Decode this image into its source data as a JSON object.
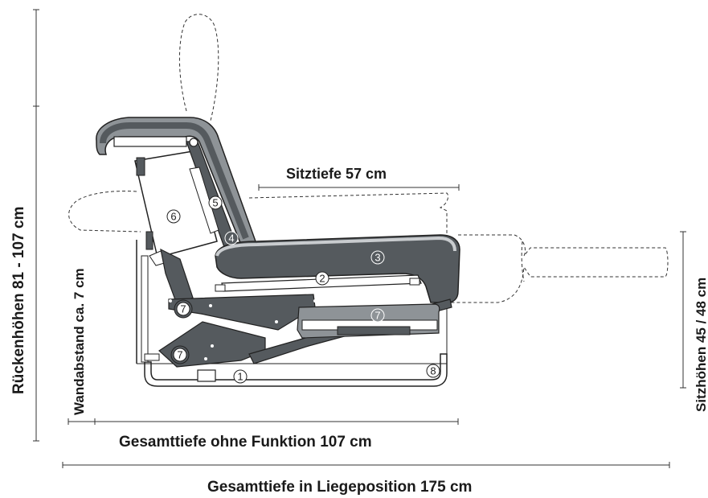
{
  "labels": {
    "rueckenhoehen": "Rückenhöhen 81 - 107 cm",
    "wandabstand": "Wandabstand ca. 7 cm",
    "sitztiefe": "Sitztiefe 57 cm",
    "sitzhoehen": "Sitzhöhen 45 / 48 cm",
    "gesamttiefe_ohne": "Gesamttiefe ohne Funktion 107 cm",
    "gesamttiefe_liege": "Gesamttiefe in Liegeposition 175 cm"
  },
  "part_numbers": {
    "n1": "1",
    "n2": "2",
    "n3": "3",
    "n4": "4",
    "n5": "5",
    "n6": "6",
    "n7a": "7",
    "n7b": "7",
    "n7c": "7",
    "n8": "8"
  },
  "colors": {
    "dark_gray": "#555a5e",
    "mid_gray": "#8e9397",
    "light_gray": "#c9cccf",
    "outline": "#222222"
  }
}
